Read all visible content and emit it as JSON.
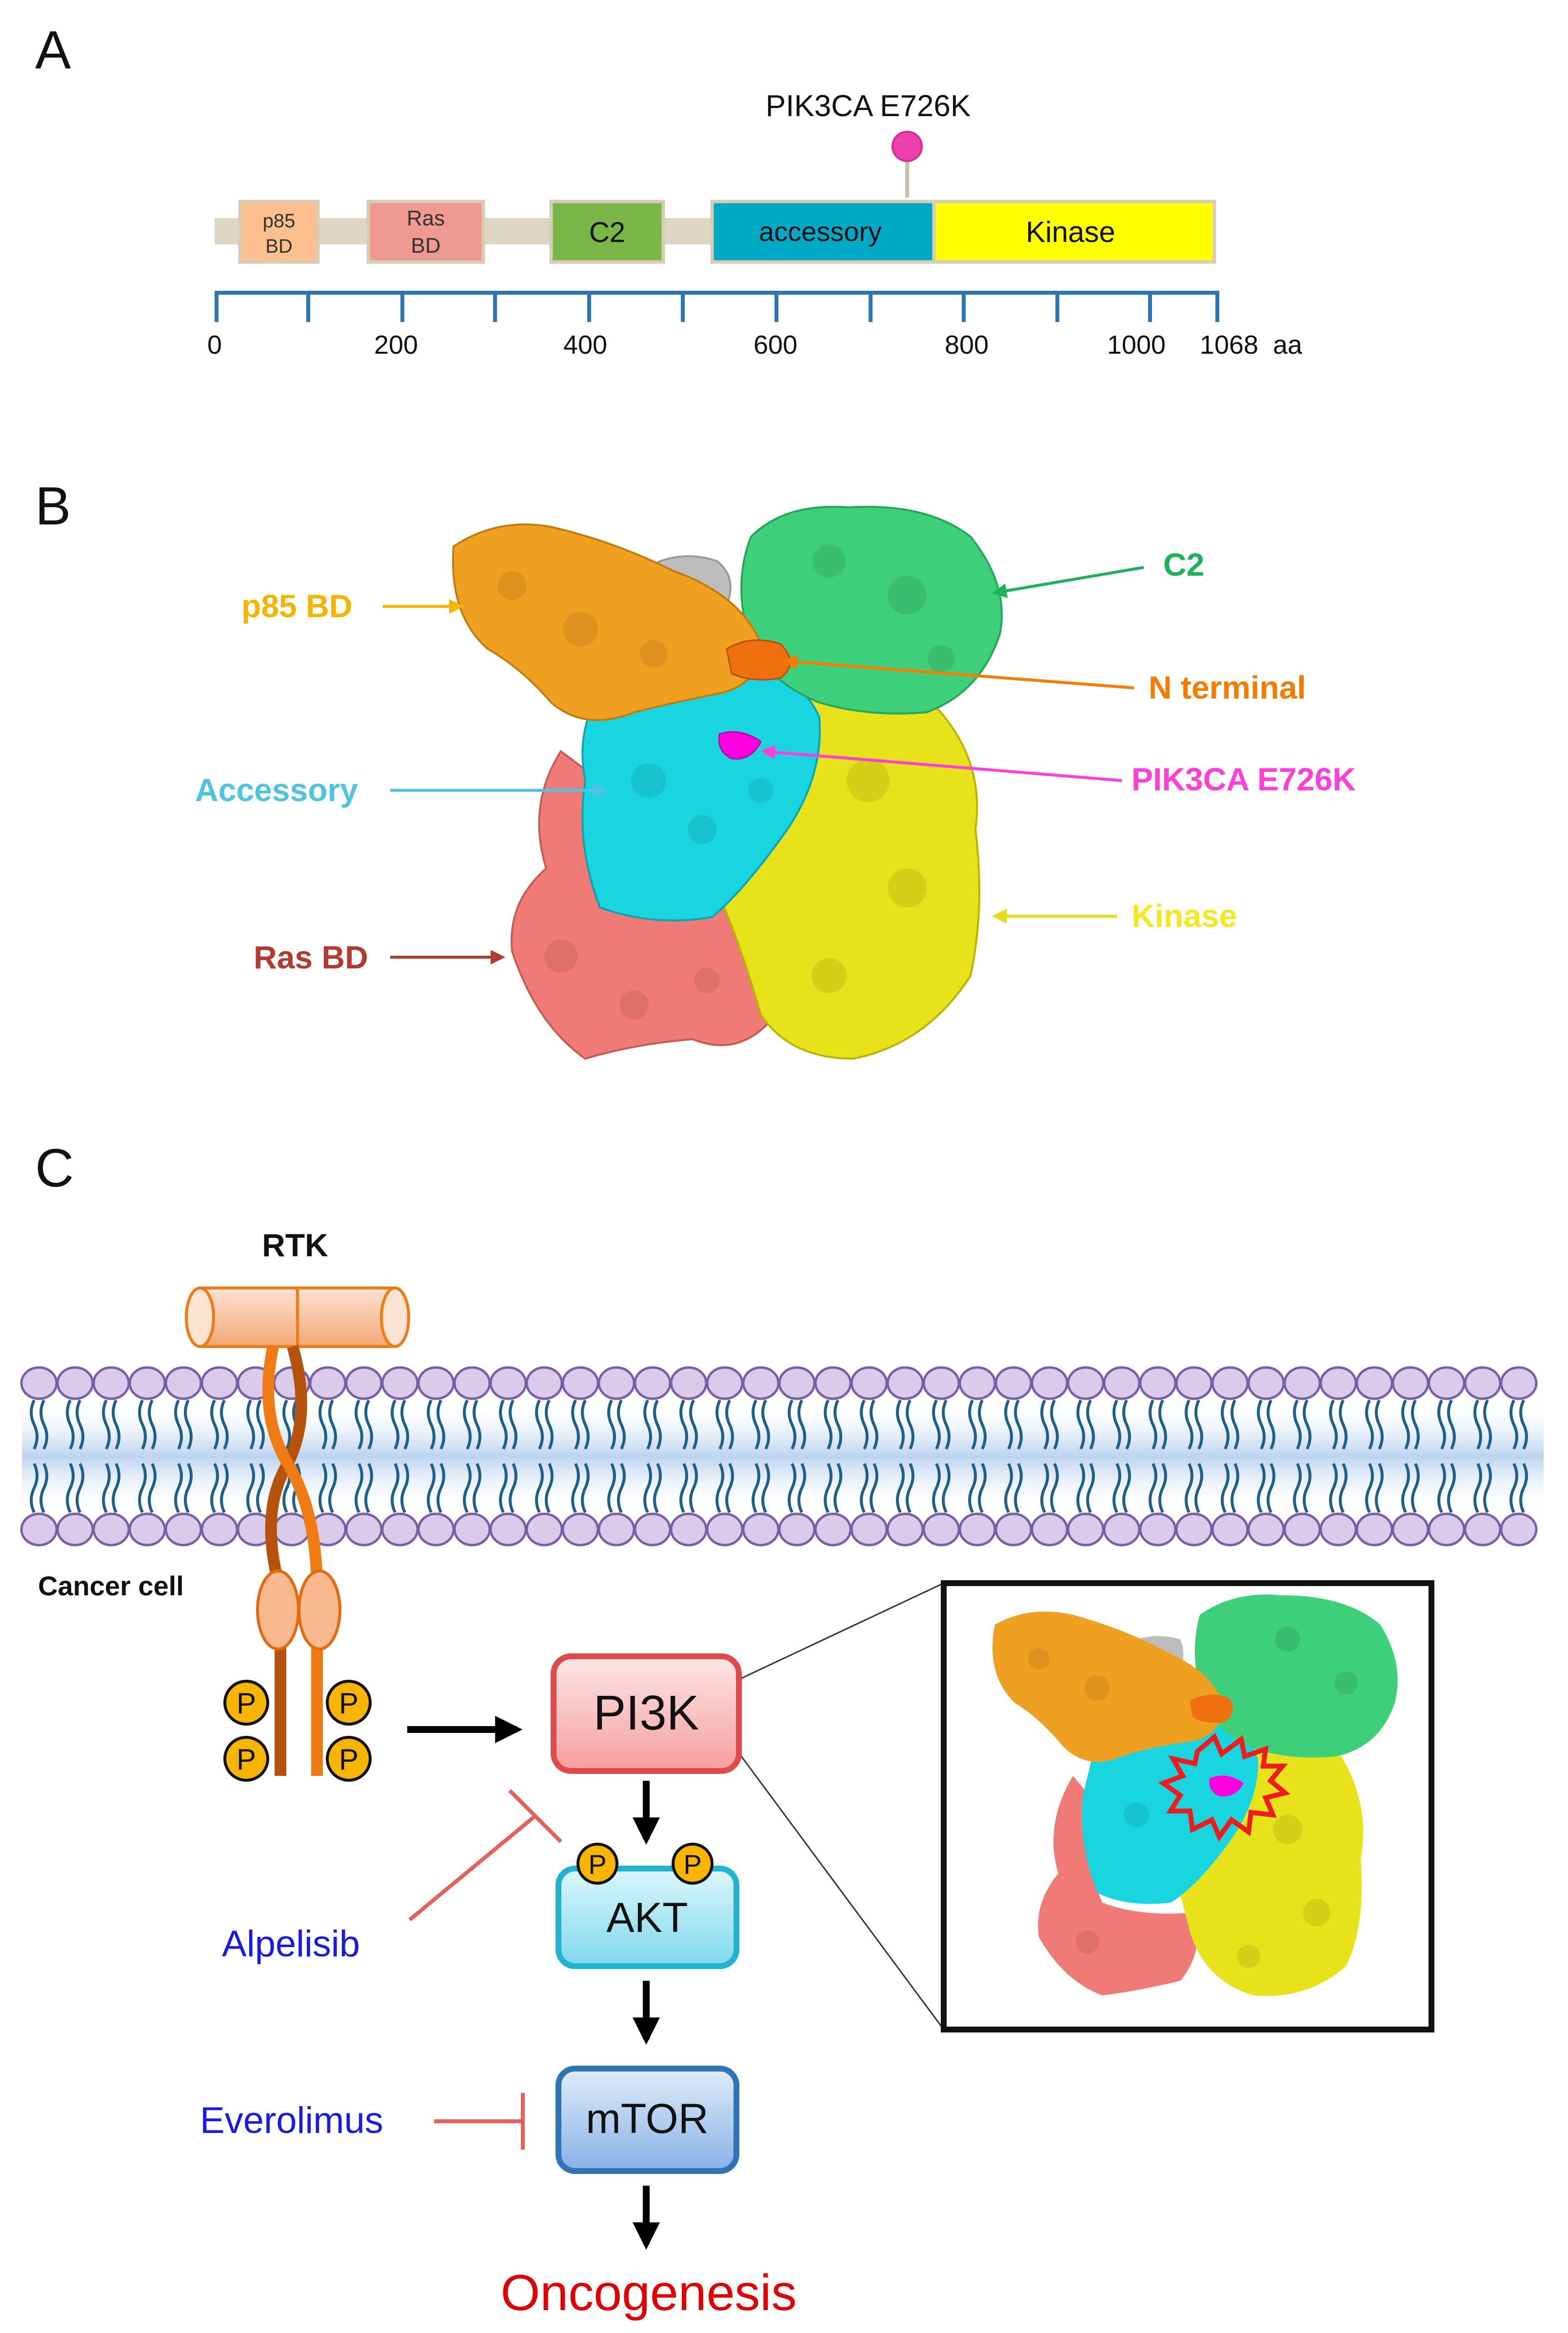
{
  "colors": {
    "backbone": "#ddd6c4",
    "p85bd": "#fbc08d",
    "rasbd": "#ee9a93",
    "c2": "#7ab547",
    "accessory": "#00a9c6",
    "kinase": "#ffff00",
    "axis": "#2e75b6",
    "mutation_pin": "#ee3fae",
    "p85_label": "#f4b400",
    "c2_label": "#1fb25a",
    "nterm_label": "#f57c00",
    "accessory_label": "#4fc3df",
    "pik3ca_label": "#ff3fd8",
    "kinase_label": "#f5e81e",
    "rasbd_label": "#b33a2e",
    "surface_orange": "#f0a020",
    "surface_green": "#3ecf7a",
    "surface_cyan": "#19d5e0",
    "surface_yellow": "#e7e21a",
    "surface_salmon": "#f07a75",
    "surface_grey": "#bdbdbd",
    "membrane_head": "#d9cbe9",
    "membrane_head_stroke": "#7b5ea7",
    "membrane_tail": "#1f5f8b",
    "membrane_band": "#c8dcf2",
    "rtk_light": "#f8c8a8",
    "rtk_dark": "#b5530c",
    "rtk_orange": "#f07b15",
    "phospho": "#f7b500",
    "pi3k_fill": "#f7b7b7",
    "pi3k_stroke": "#e04a4a",
    "akt_fill": "#a9e7f3",
    "akt_stroke": "#22b3d0",
    "mtor_fill": "#a6c8ef",
    "mtor_stroke": "#2e75b6",
    "inhibitor": "#e8605a",
    "drug_label": "#1a1ae6",
    "oncogenesis": "#e00000"
  },
  "panelA": {
    "letter": "A",
    "mutation_label": "PIK3CA E726K",
    "domains": [
      {
        "name": "p85bd",
        "label1": "p85",
        "label2": "BD"
      },
      {
        "name": "rasbd",
        "label1": "Ras",
        "label2": "BD"
      },
      {
        "name": "c2",
        "label1": "C2",
        "label2": ""
      },
      {
        "name": "accessory",
        "label1": "accessory",
        "label2": ""
      },
      {
        "name": "kinase",
        "label1": "Kinase",
        "label2": ""
      }
    ],
    "ticks": [
      "0",
      "200",
      "400",
      "600",
      "800",
      "1000",
      "1068"
    ],
    "unit": "aa"
  },
  "panelB": {
    "letter": "B",
    "labels": {
      "p85bd": "p85 BD",
      "c2": "C2",
      "nterminal": "N terminal",
      "accessory": "Accessory",
      "pik3ca": "PIK3CA E726K",
      "kinase": "Kinase",
      "rasbd": "Ras BD"
    }
  },
  "panelC": {
    "letter": "C",
    "rtk": "RTK",
    "cancer_cell": "Cancer cell",
    "phospho": "P",
    "pi3k": "PI3K",
    "akt": "AKT",
    "mtor": "mTOR",
    "alpelisib": "Alpelisib",
    "everolimus": "Everolimus",
    "oncogenesis": "Oncogenesis"
  }
}
